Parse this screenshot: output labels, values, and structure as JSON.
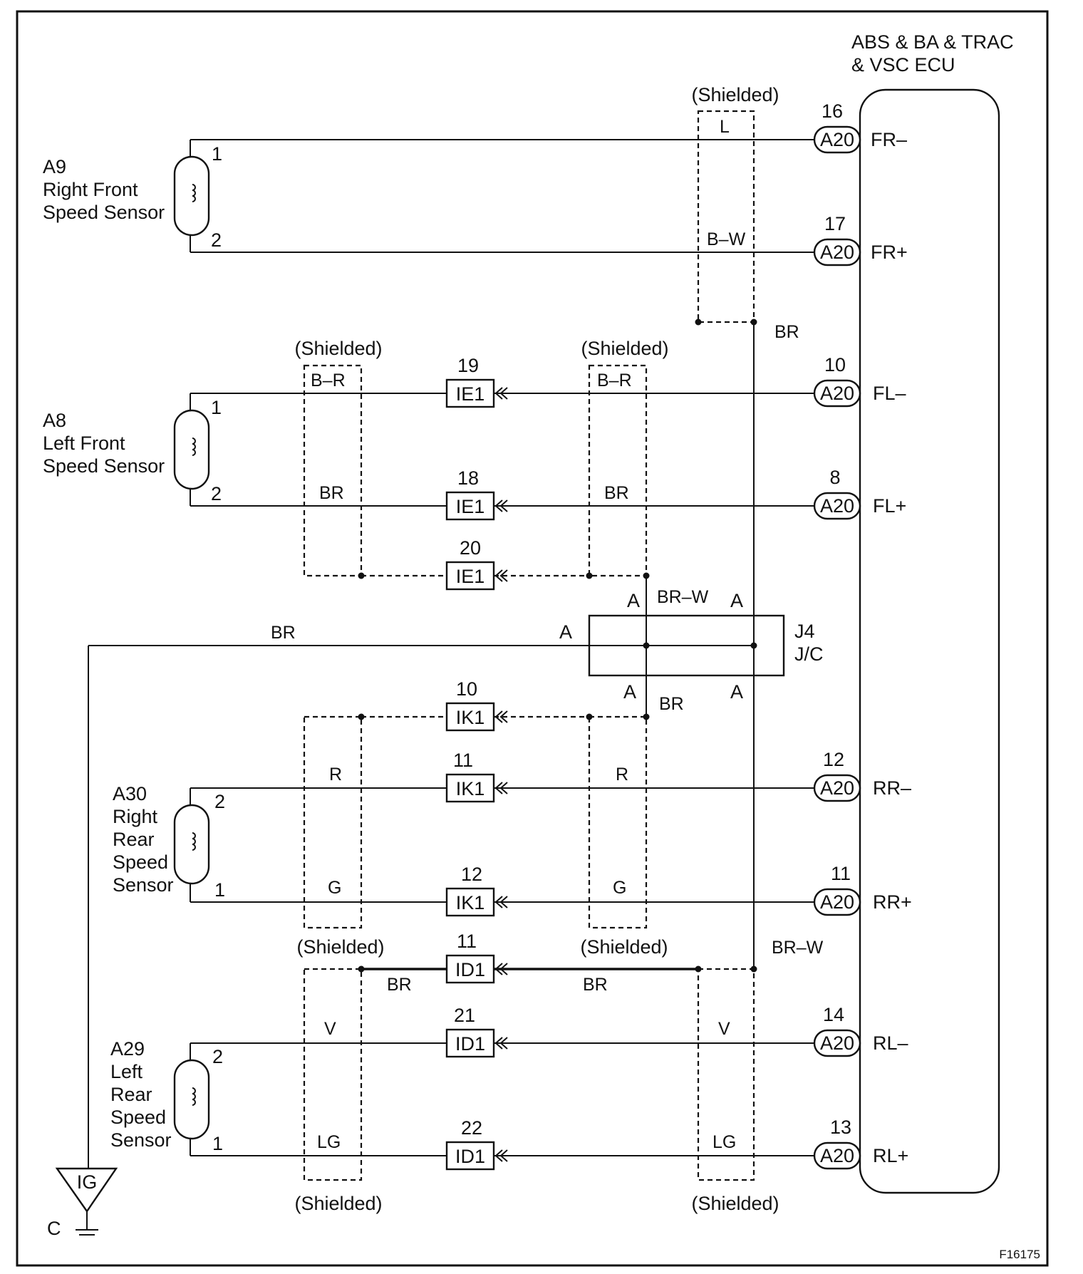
{
  "ecu": {
    "line1": "ABS & BA & TRAC",
    "line2": "& VSC ECU"
  },
  "ecu_pins": [
    {
      "pin": "16",
      "conn": "A20",
      "signal": "FR–",
      "wire": "L"
    },
    {
      "pin": "17",
      "conn": "A20",
      "signal": "FR+",
      "wire": "B–W"
    },
    {
      "pin": "10",
      "conn": "A20",
      "signal": "FL–"
    },
    {
      "pin": "8",
      "conn": "A20",
      "signal": "FL+"
    },
    {
      "pin": "12",
      "conn": "A20",
      "signal": "RR–"
    },
    {
      "pin": "11",
      "conn": "A20",
      "signal": "RR+"
    },
    {
      "pin": "14",
      "conn": "A20",
      "signal": "RL–"
    },
    {
      "pin": "13",
      "conn": "A20",
      "signal": "RL+"
    }
  ],
  "sensors": [
    {
      "id": "A9",
      "lines": [
        "Right Front",
        "Speed Sensor"
      ],
      "pin_top": "1",
      "pin_bottom": "2"
    },
    {
      "id": "A8",
      "lines": [
        "Left Front",
        "Speed Sensor"
      ],
      "pin_top": "1",
      "pin_bottom": "2"
    },
    {
      "id": "A30",
      "lines": [
        "Right",
        "Rear",
        "Speed",
        "Sensor"
      ],
      "pin_top": "2",
      "pin_bottom": "1"
    },
    {
      "id": "A29",
      "lines": [
        "Left",
        "Rear",
        "Speed",
        "Sensor"
      ],
      "pin_top": "2",
      "pin_bottom": "1"
    }
  ],
  "connectors": [
    {
      "pin": "19",
      "name": "IE1"
    },
    {
      "pin": "18",
      "name": "IE1"
    },
    {
      "pin": "20",
      "name": "IE1"
    },
    {
      "pin": "10",
      "name": "IK1"
    },
    {
      "pin": "11",
      "name": "IK1"
    },
    {
      "pin": "12",
      "name": "IK1"
    },
    {
      "pin": "11",
      "name": "ID1"
    },
    {
      "pin": "21",
      "name": "ID1"
    },
    {
      "pin": "22",
      "name": "ID1"
    }
  ],
  "shielded_label": "(Shielded)",
  "wire_labels": {
    "fl_minus": "B–R",
    "fl_plus": "BR",
    "rr_minus": "R",
    "rr_plus": "G",
    "rl_minus": "V",
    "rl_plus": "LG",
    "ground_trunk": "BR",
    "shield_drain_front": "BR",
    "shield_jc_top": "BR–W",
    "shield_jc_bottom": "BR",
    "shield_drain_rear": "BR–W",
    "id1_left": "BR",
    "id1_right": "BR"
  },
  "jc": {
    "name": "J4",
    "type": "J/C",
    "pin_label": "A"
  },
  "ground": {
    "symbol": "IG",
    "label": "C"
  },
  "figure_code": "F16175"
}
